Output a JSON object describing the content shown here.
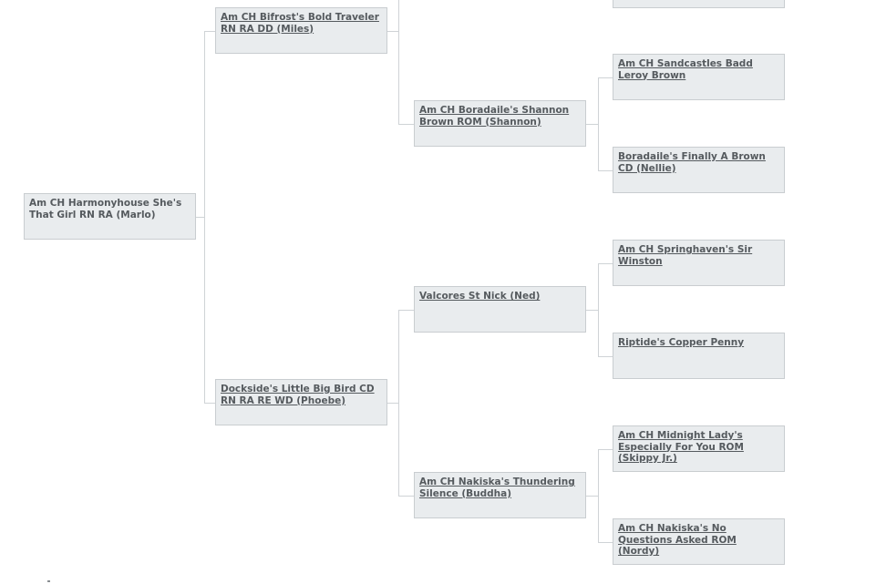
{
  "pedigree": {
    "subject": "Am CH Harmonyhouse She's That Girl RN RA (Marlo)",
    "sire": "Am CH Bifrost's Bold Traveler RN RA DD (Miles)",
    "dam": "Dockside's Little Big Bird CD RN RA RE WD (Phoebe)",
    "sire_dam": "Am CH Boradaile's Shannon Brown ROM (Shannon)",
    "dam_sire": "Valcores St Nick (Ned)",
    "dam_dam": "Am CH Nakiska's Thundering Silence (Buddha)",
    "sire_dam_sire": "Am CH Sandcastles Badd Leroy Brown",
    "sire_dam_dam": "Boradaile's Finally A Brown CD (Nellie)",
    "dam_sire_sire": "Am CH Springhaven's Sir Winston",
    "dam_sire_dam": "Riptide's Copper Penny",
    "dam_dam_sire": "Am CH Midnight Lady's Especially For You ROM (Skippy Jr.)",
    "dam_dam_dam": "Am CH Nakiska's No Questions Asked ROM (Nordy)"
  }
}
